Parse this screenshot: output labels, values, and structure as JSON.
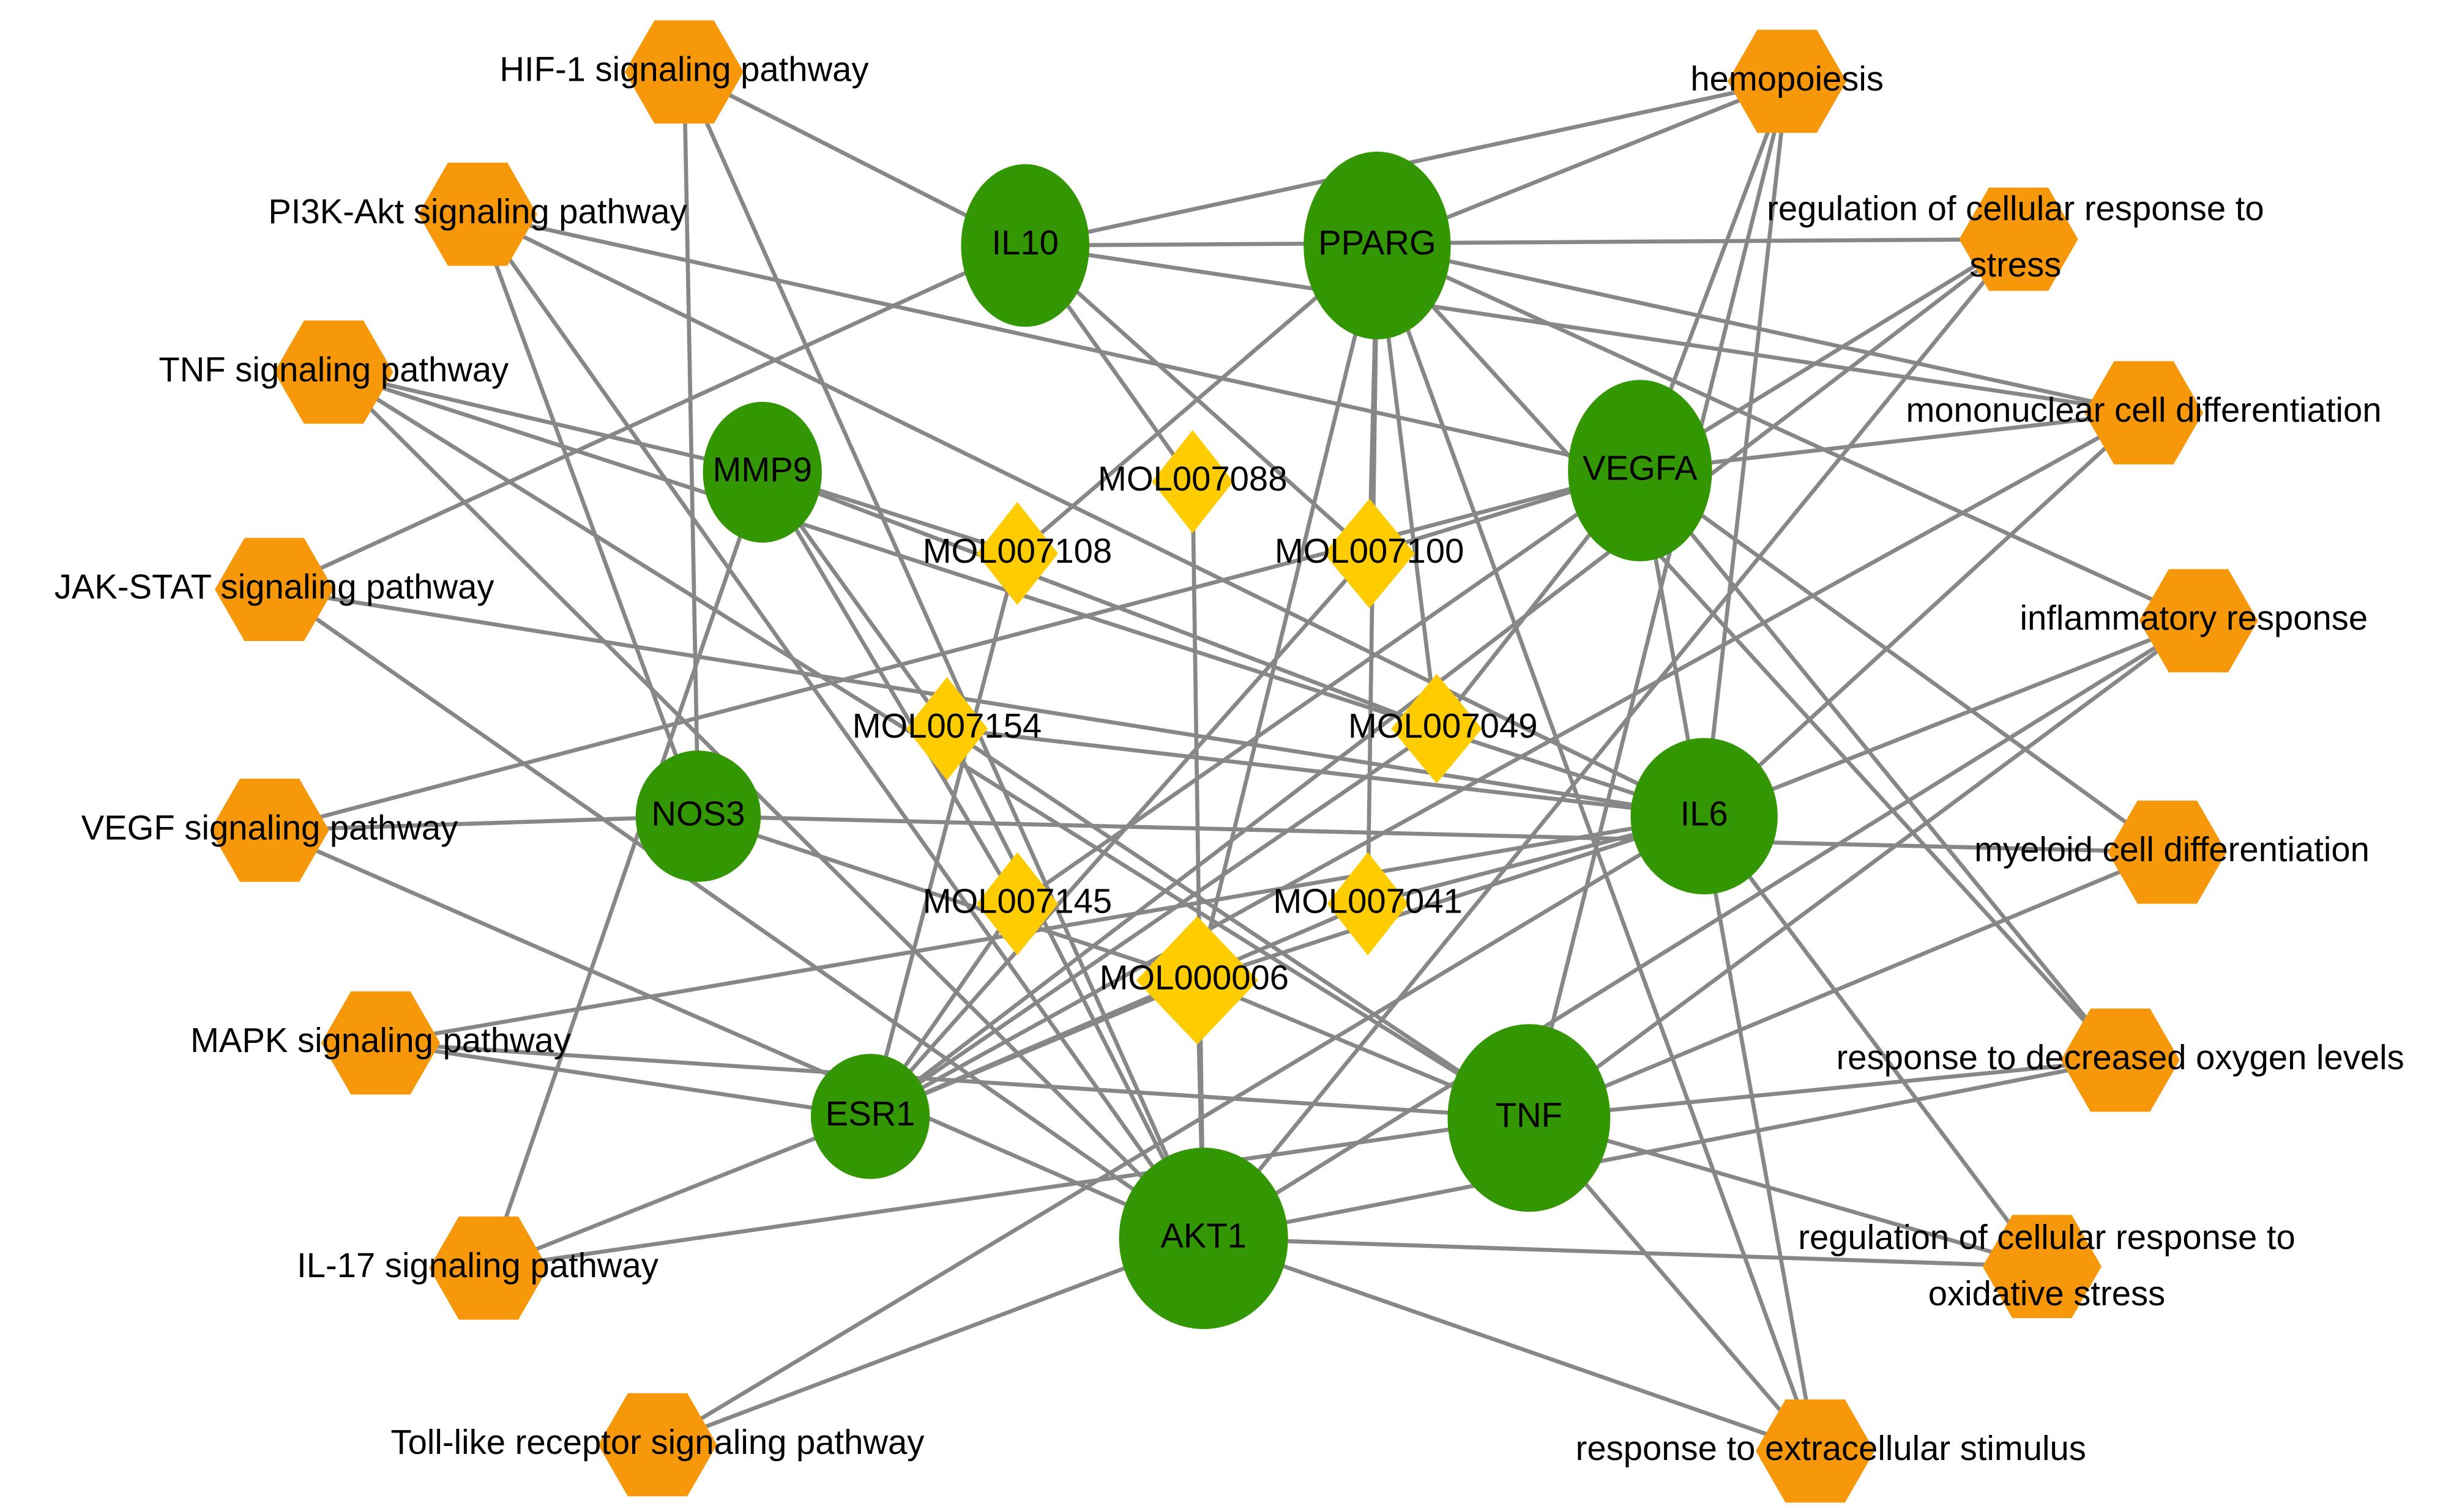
{
  "title": "Compound-target-pathway network",
  "colors": {
    "pathway": "#F7970A",
    "target": "#339704",
    "compound": "#FFCC00",
    "edge": "#878787",
    "text": "#000000"
  },
  "legend_types": {
    "pathway": "hexagon (KEGG pathway / GO process)",
    "target": "circle (gene target)",
    "compound": "diamond (molecule)"
  },
  "nodes": [
    {
      "id": "HIF1",
      "label": "HIF-1 signaling pathway",
      "type": "pathway"
    },
    {
      "id": "PI3K",
      "label": "PI3K-Akt signaling pathway",
      "type": "pathway"
    },
    {
      "id": "TNFSIG",
      "label": "TNF signaling pathway",
      "type": "pathway"
    },
    {
      "id": "JAK",
      "label": "JAK-STAT signaling pathway",
      "type": "pathway"
    },
    {
      "id": "VEGFSIG",
      "label": "VEGF signaling pathway",
      "type": "pathway"
    },
    {
      "id": "MAPK",
      "label": "MAPK signaling pathway",
      "type": "pathway"
    },
    {
      "id": "IL17",
      "label": "IL-17 signaling pathway",
      "type": "pathway"
    },
    {
      "id": "TOLL",
      "label": "Toll-like receptor signaling pathway",
      "type": "pathway"
    },
    {
      "id": "HEMO",
      "label": "hemopoiesis",
      "type": "pathway"
    },
    {
      "id": "RCRS",
      "label": [
        "regulation of cellular response to",
        "stress"
      ],
      "type": "pathway"
    },
    {
      "id": "MONO",
      "label": "mononuclear cell differentiation",
      "type": "pathway"
    },
    {
      "id": "INFL",
      "label": "inflammatory response",
      "type": "pathway"
    },
    {
      "id": "MYEL",
      "label": "myeloid cell differentiation",
      "type": "pathway"
    },
    {
      "id": "OXY",
      "label": "response to decreased oxygen levels",
      "type": "pathway"
    },
    {
      "id": "RCROS",
      "label": [
        "regulation of cellular response to",
        "oxidative stress"
      ],
      "type": "pathway"
    },
    {
      "id": "EXTRA",
      "label": "response to extracellular stimulus",
      "type": "pathway"
    },
    {
      "id": "IL10",
      "label": "IL10",
      "type": "target"
    },
    {
      "id": "PPARG",
      "label": "PPARG",
      "type": "target"
    },
    {
      "id": "MMP9",
      "label": "MMP9",
      "type": "target"
    },
    {
      "id": "VEGFA",
      "label": "VEGFA",
      "type": "target"
    },
    {
      "id": "NOS3",
      "label": "NOS3",
      "type": "target"
    },
    {
      "id": "IL6",
      "label": "IL6",
      "type": "target"
    },
    {
      "id": "ESR1",
      "label": "ESR1",
      "type": "target"
    },
    {
      "id": "TNF",
      "label": "TNF",
      "type": "target"
    },
    {
      "id": "AKT1",
      "label": "AKT1",
      "type": "target"
    },
    {
      "id": "M7088",
      "label": "MOL007088",
      "type": "compound"
    },
    {
      "id": "M7108",
      "label": "MOL007108",
      "type": "compound"
    },
    {
      "id": "M7100",
      "label": "MOL007100",
      "type": "compound"
    },
    {
      "id": "M7154",
      "label": "MOL007154",
      "type": "compound"
    },
    {
      "id": "M7049",
      "label": "MOL007049",
      "type": "compound"
    },
    {
      "id": "M7145",
      "label": "MOL007145",
      "type": "compound"
    },
    {
      "id": "M7041",
      "label": "MOL007041",
      "type": "compound"
    },
    {
      "id": "M0006",
      "label": "MOL000006",
      "type": "compound"
    }
  ],
  "edges": [
    [
      "HIF1",
      "IL10"
    ],
    [
      "HIF1",
      "NOS3"
    ],
    [
      "HIF1",
      "AKT1"
    ],
    [
      "PI3K",
      "VEGFA"
    ],
    [
      "PI3K",
      "NOS3"
    ],
    [
      "PI3K",
      "AKT1"
    ],
    [
      "PI3K",
      "IL6"
    ],
    [
      "TNFSIG",
      "MMP9"
    ],
    [
      "TNFSIG",
      "TNF"
    ],
    [
      "TNFSIG",
      "IL6"
    ],
    [
      "TNFSIG",
      "AKT1"
    ],
    [
      "JAK",
      "IL10"
    ],
    [
      "JAK",
      "IL6"
    ],
    [
      "JAK",
      "AKT1"
    ],
    [
      "VEGFSIG",
      "NOS3"
    ],
    [
      "VEGFSIG",
      "VEGFA"
    ],
    [
      "VEGFSIG",
      "AKT1"
    ],
    [
      "MAPK",
      "ESR1"
    ],
    [
      "MAPK",
      "TNF"
    ],
    [
      "MAPK",
      "IL6"
    ],
    [
      "IL17",
      "MMP9"
    ],
    [
      "IL17",
      "ESR1"
    ],
    [
      "IL17",
      "TNF"
    ],
    [
      "TOLL",
      "IL6"
    ],
    [
      "TOLL",
      "AKT1"
    ],
    [
      "HEMO",
      "IL10"
    ],
    [
      "HEMO",
      "PPARG"
    ],
    [
      "HEMO",
      "VEGFA"
    ],
    [
      "HEMO",
      "IL6"
    ],
    [
      "HEMO",
      "TNF"
    ],
    [
      "RCRS",
      "IL10"
    ],
    [
      "RCRS",
      "VEGFA"
    ],
    [
      "RCRS",
      "ESR1"
    ],
    [
      "RCRS",
      "AKT1"
    ],
    [
      "MONO",
      "IL10"
    ],
    [
      "MONO",
      "PPARG"
    ],
    [
      "MONO",
      "VEGFA"
    ],
    [
      "MONO",
      "IL6"
    ],
    [
      "MONO",
      "ESR1"
    ],
    [
      "INFL",
      "PPARG"
    ],
    [
      "INFL",
      "IL6"
    ],
    [
      "INFL",
      "TNF"
    ],
    [
      "INFL",
      "AKT1"
    ],
    [
      "MYEL",
      "VEGFA"
    ],
    [
      "MYEL",
      "NOS3"
    ],
    [
      "MYEL",
      "TNF"
    ],
    [
      "OXY",
      "VEGFA"
    ],
    [
      "OXY",
      "TNF"
    ],
    [
      "OXY",
      "AKT1"
    ],
    [
      "OXY",
      "PPARG"
    ],
    [
      "RCROS",
      "TNF"
    ],
    [
      "RCROS",
      "AKT1"
    ],
    [
      "RCROS",
      "IL6"
    ],
    [
      "EXTRA",
      "TNF"
    ],
    [
      "EXTRA",
      "AKT1"
    ],
    [
      "EXTRA",
      "PPARG"
    ],
    [
      "EXTRA",
      "VEGFA"
    ],
    [
      "M7088",
      "IL10"
    ],
    [
      "M7088",
      "AKT1"
    ],
    [
      "M7108",
      "MMP9"
    ],
    [
      "M7108",
      "ESR1"
    ],
    [
      "M7108",
      "PPARG"
    ],
    [
      "M7100",
      "PPARG"
    ],
    [
      "M7100",
      "VEGFA"
    ],
    [
      "M7100",
      "ESR1"
    ],
    [
      "M7100",
      "IL10"
    ],
    [
      "M7154",
      "MMP9"
    ],
    [
      "M7154",
      "IL6"
    ],
    [
      "M7154",
      "AKT1"
    ],
    [
      "M7154",
      "TNF"
    ],
    [
      "M7049",
      "MMP9"
    ],
    [
      "M7049",
      "PPARG"
    ],
    [
      "M7049",
      "ESR1"
    ],
    [
      "M7049",
      "VEGFA"
    ],
    [
      "M7145",
      "ESR1"
    ],
    [
      "M7145",
      "VEGFA"
    ],
    [
      "M7145",
      "MMP9"
    ],
    [
      "M7041",
      "PPARG"
    ],
    [
      "M7041",
      "ESR1"
    ],
    [
      "M7041",
      "IL6"
    ],
    [
      "M0006",
      "AKT1"
    ],
    [
      "M0006",
      "ESR1"
    ],
    [
      "M0006",
      "TNF"
    ],
    [
      "M0006",
      "IL6"
    ],
    [
      "M0006",
      "NOS3"
    ],
    [
      "M0006",
      "PPARG"
    ]
  ]
}
